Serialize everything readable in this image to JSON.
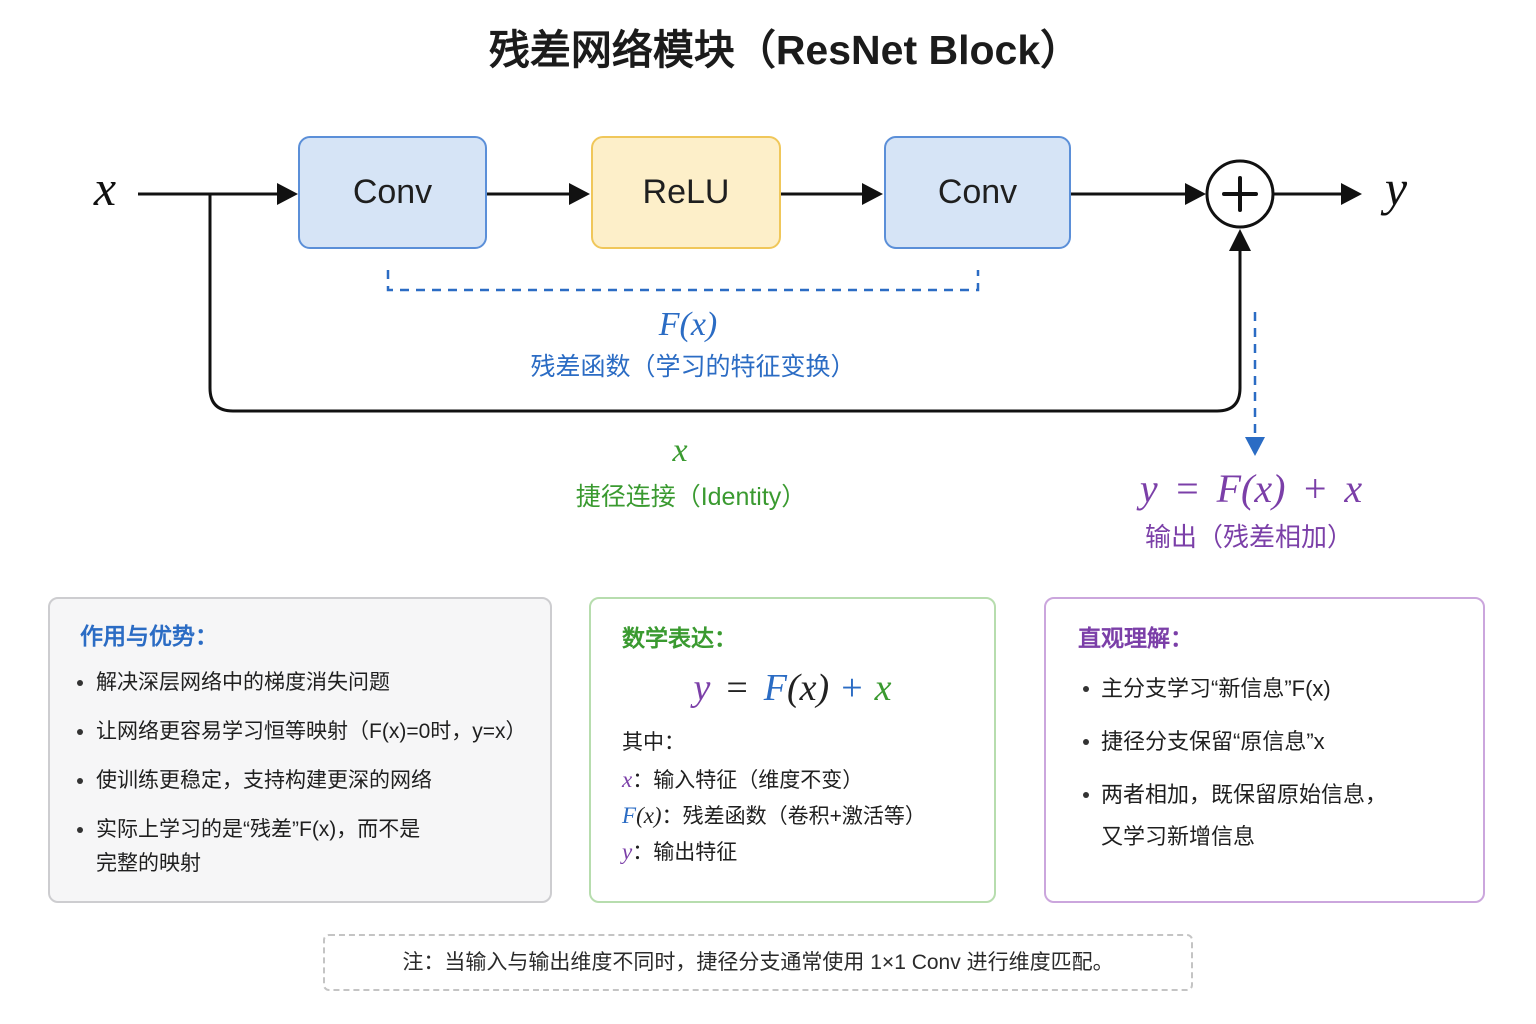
{
  "title": "残差网络模块（ResNet Block）",
  "flow": {
    "input": "x",
    "output": "y",
    "blocks": [
      {
        "label": "Conv"
      },
      {
        "label": "ReLU"
      },
      {
        "label": "Conv"
      }
    ],
    "adder_icon": "circle-plus-icon"
  },
  "residual": {
    "formula": "F(x)",
    "caption": "残差函数（学习的特征变换）"
  },
  "shortcut": {
    "symbol": "x",
    "caption": "捷径连接（Identity）"
  },
  "sum": {
    "formula": "y = F(x) + x",
    "caption": "输出（残差相加）"
  },
  "panels": {
    "benefits": {
      "title": "作用与优势：",
      "items": [
        [
          "解决深层网络中的梯度消失问题"
        ],
        [
          "让网络更容易学习恒等映射（F(x)=0时，y=x）"
        ],
        [
          "使训练更稳定，支持构建更深的网络"
        ],
        [
          "实际上学习的是“残差”F(x)，而不是",
          "完整的映射"
        ]
      ]
    },
    "math": {
      "title": "数学表达：",
      "equation": [
        "y",
        "=",
        "F",
        "(x)",
        "+",
        "x"
      ],
      "where_label": "其中：",
      "definitions": [
        {
          "symbol": "x",
          "text": "：输入特征（维度不变）"
        },
        {
          "symbol": "F",
          "arg": "(x)",
          "text": "：残差函数（卷积+激活等）"
        },
        {
          "symbol": "y",
          "text": "：输出特征"
        }
      ]
    },
    "intuition": {
      "title": "直观理解：",
      "items": [
        [
          "主分支学习“新信息”F(x)"
        ],
        [
          "捷径分支保留“原信息”x"
        ],
        [
          "两者相加，既保留原始信息，",
          "又学习新增信息"
        ]
      ]
    }
  },
  "footnote": "注：当输入与输出维度不同时，捷径分支通常使用 1×1 Conv 进行维度匹配。",
  "colors": {
    "text": "#1f1f1f",
    "line": "#111111",
    "residual": "#2b6cc4",
    "shortcut": "#3a9a30",
    "output": "#7b3fa8",
    "conv_fill": "#d6e4f6",
    "conv_border": "#5b8fd8",
    "relu_fill": "#fdefc9",
    "relu_border": "#f0c75a",
    "benefits_bg": "#f6f6f7",
    "benefits_border": "#cdcdd0",
    "math_border": "#b7ddae",
    "intuition_border": "#cba6dd",
    "note_border": "#c4c4c4"
  }
}
